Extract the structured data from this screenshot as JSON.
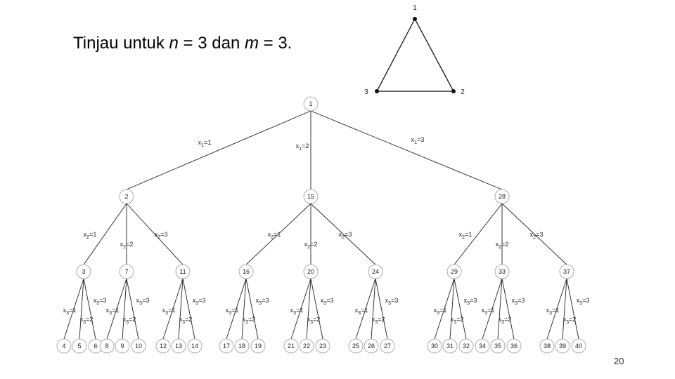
{
  "slide": {
    "title_prefix": "Tinjau untuk ",
    "title_n": "n",
    "title_mid": " = 3 dan ",
    "title_m": "m",
    "title_suffix": " = 3.",
    "page_number": "20"
  },
  "graph": {
    "vertices": [
      "1",
      "2",
      "3"
    ],
    "edges": [
      [
        "1",
        "2"
      ],
      [
        "2",
        "3"
      ],
      [
        "3",
        "1"
      ]
    ]
  },
  "tree": {
    "root": "1",
    "level1": [
      "2",
      "15",
      "28"
    ],
    "level2": [
      [
        "3",
        "7",
        "11"
      ],
      [
        "16",
        "20",
        "24"
      ],
      [
        "29",
        "33",
        "37"
      ]
    ],
    "leaves": [
      "4",
      "5",
      "6",
      "8",
      "9",
      "10",
      "12",
      "13",
      "14",
      "17",
      "18",
      "19",
      "21",
      "22",
      "23",
      "25",
      "26",
      "27",
      "30",
      "31",
      "32",
      "34",
      "35",
      "36",
      "38",
      "39",
      "40"
    ],
    "edge_labels_level1": [
      "x1=1",
      "x1=2",
      "x1=3"
    ],
    "edge_labels_level2": [
      "x2=1",
      "x2=2",
      "x2=3"
    ],
    "edge_labels_level3": [
      "x3=1",
      "x3=2",
      "x3=3"
    ]
  }
}
